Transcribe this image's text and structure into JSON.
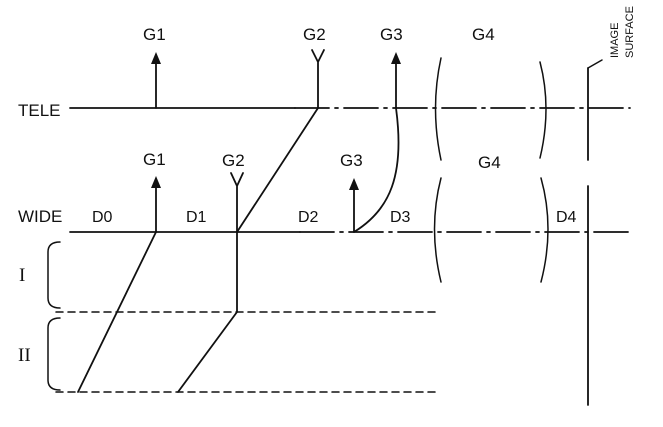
{
  "states": {
    "tele": "TELE",
    "wide": "WIDE"
  },
  "groups": {
    "tele": [
      "G1",
      "G2",
      "G3",
      "G4"
    ],
    "wide": [
      "G1",
      "G2",
      "G3",
      "G4"
    ]
  },
  "distances": [
    "D0",
    "D1",
    "D2",
    "D3",
    "D4"
  ],
  "ranges": {
    "first": "I",
    "second": "II"
  },
  "image_surface": [
    "IMAGE",
    "SURFACE"
  ]
}
